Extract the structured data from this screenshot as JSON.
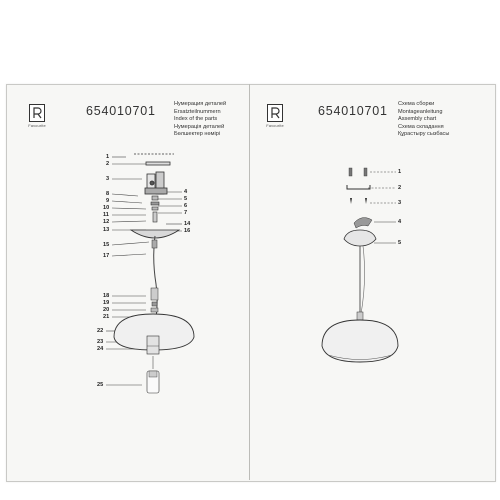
{
  "document": {
    "left_page": {
      "brand": "Favourite",
      "model": "654010701",
      "titles": [
        "Нумерация деталей",
        "Ersatzteilnummern",
        "Index of the parts",
        "Нумерація деталей",
        "Бөлшектер нөмірі"
      ],
      "part_numbers_left": [
        "1",
        "2",
        "3",
        "8",
        "9",
        "10",
        "11",
        "12",
        "13",
        "15",
        "17",
        "18",
        "19",
        "20",
        "21",
        "22",
        "23",
        "24",
        "25"
      ],
      "part_numbers_right": [
        "4",
        "5",
        "6",
        "7",
        "14",
        "16"
      ]
    },
    "right_page": {
      "brand": "Favourite",
      "model": "654010701",
      "titles": [
        "Схема сборки",
        "Montageanleitung",
        "Assembly chart",
        "Схема складання",
        "Құрастыру сызбасы"
      ],
      "step_numbers": [
        "1",
        "2",
        "3",
        "4",
        "5"
      ]
    }
  }
}
